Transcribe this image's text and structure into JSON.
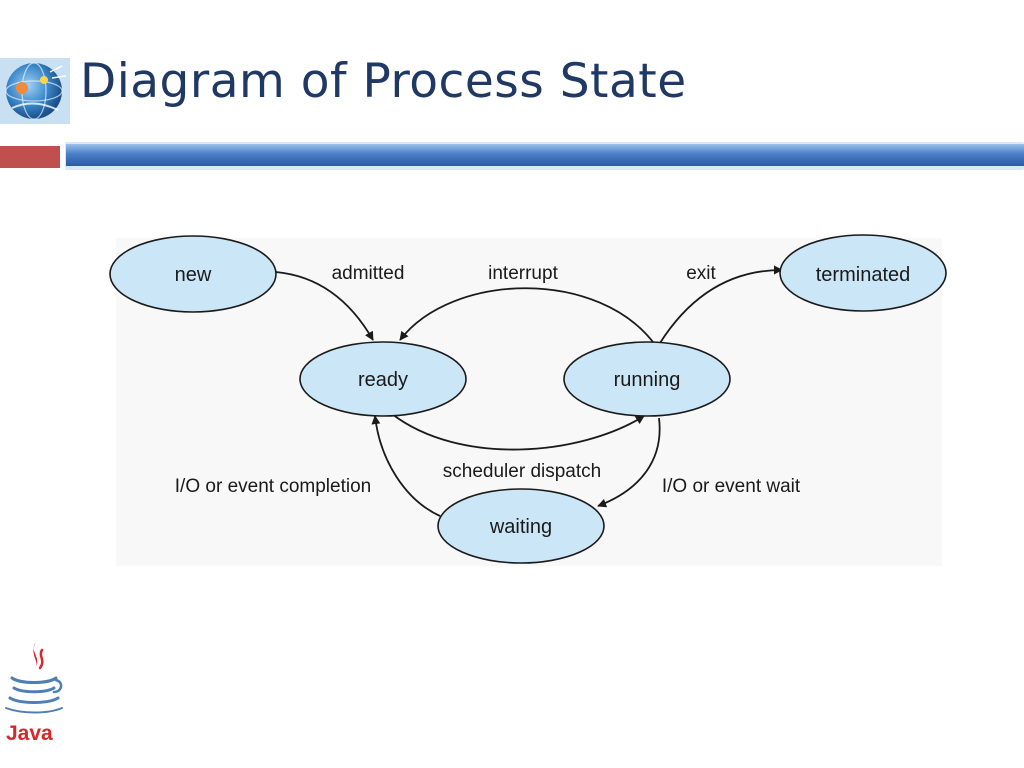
{
  "slide": {
    "title": "Diagram of Process State"
  },
  "logos": {
    "corner_logo": "globe-logo",
    "brand_logo": "java-logo",
    "brand_text": "Java",
    "brand_color": "#d8262d"
  },
  "colors": {
    "title": "#1f3864",
    "accent_bar": "#4a7fc7",
    "accent_block": "#c0504d",
    "state_fill": "#cbe6f6"
  },
  "diagram": {
    "states": {
      "new": "new",
      "ready": "ready",
      "running": "running",
      "waiting": "waiting",
      "terminated": "terminated"
    },
    "transitions": {
      "admitted": "admitted",
      "interrupt": "interrupt",
      "exit": "exit",
      "scheduler_dispatch": "scheduler dispatch",
      "io_event_wait": "I/O or event wait",
      "io_event_completion": "I/O or event completion"
    }
  }
}
